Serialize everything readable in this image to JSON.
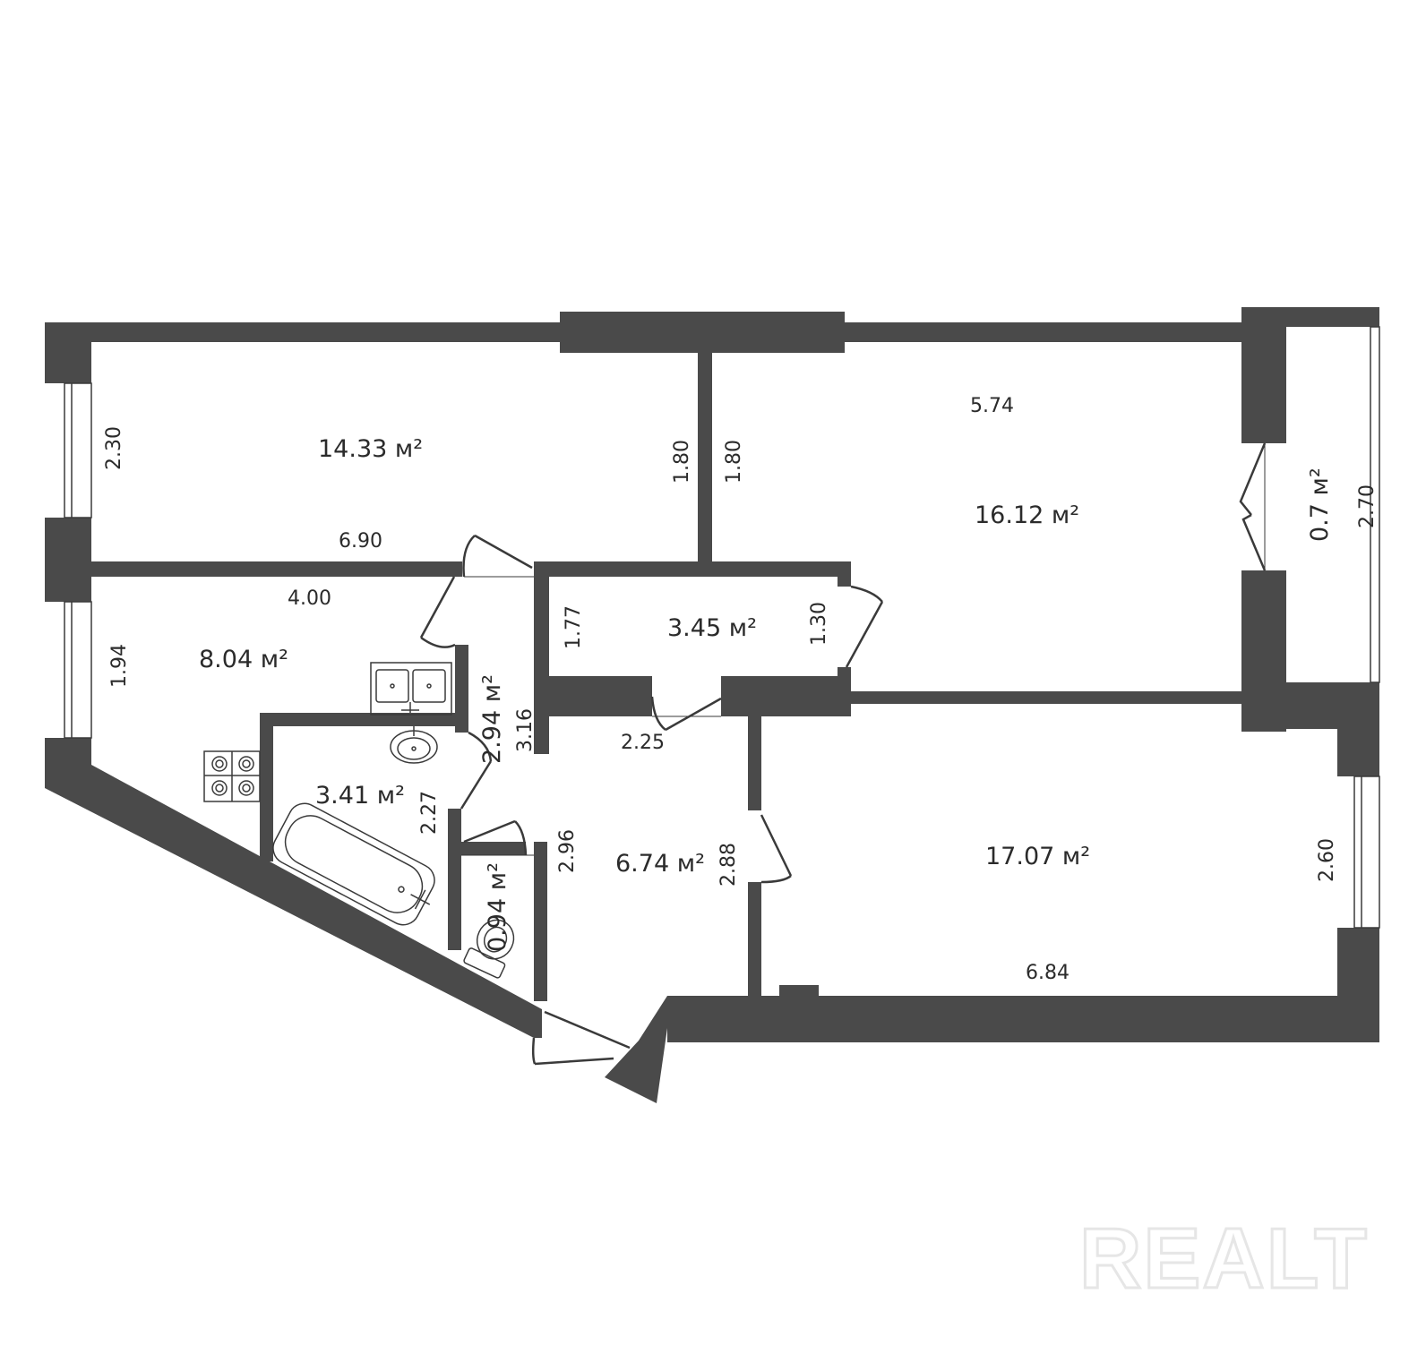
{
  "colors": {
    "wall": "#4a4a4a",
    "line": "#3a3a3a",
    "background": "#ffffff",
    "watermark": "#e6e6e6"
  },
  "rooms": [
    {
      "id": "room-top-left",
      "area": "14.33 м²"
    },
    {
      "id": "room-top-right",
      "area": "16.12 м²"
    },
    {
      "id": "balcony",
      "area": "0.7 м²"
    },
    {
      "id": "kitchen",
      "area": "8.04 м²"
    },
    {
      "id": "storage",
      "area": "3.45 м²"
    },
    {
      "id": "corridor-small",
      "area": "2.94 м²"
    },
    {
      "id": "bathroom",
      "area": "3.41 м²"
    },
    {
      "id": "toilet",
      "area": "0.94 м²"
    },
    {
      "id": "hallway",
      "area": "6.74 м²"
    },
    {
      "id": "room-bottom-right",
      "area": "17.07 м²"
    }
  ],
  "dimensions": [
    "2.30",
    "6.90",
    "1.80",
    "1.80",
    "5.74",
    "2.70",
    "4.00",
    "1.94",
    "1.77",
    "1.30",
    "3.16",
    "2.25",
    "2.27",
    "2.96",
    "2.88",
    "2.60",
    "6.84"
  ],
  "watermark": "REALT",
  "fixtures": [
    "kitchen-sink-icon",
    "stove-icon",
    "washbasin-icon",
    "bathtub-icon",
    "toilet-icon"
  ]
}
